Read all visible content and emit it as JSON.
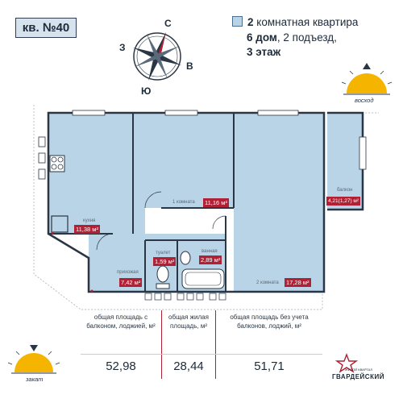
{
  "badge": "кв. №40",
  "info": {
    "rooms_num": "2",
    "rooms_text": " комнатная квартира",
    "house_num": "6 дом",
    "house_rest": ", 2 подъезд,",
    "floor": "3 этаж"
  },
  "compass": {
    "n": "С",
    "s": "Ю",
    "e": "В",
    "w": "З"
  },
  "sun": {
    "east": "восход",
    "west": "закат"
  },
  "rooms": {
    "room1_label": "1 комната",
    "room1_area": "11,16 м²",
    "kitchen_label": "кухня",
    "kitchen_area": "11,38 м²",
    "hall_label": "прихожая",
    "hall_area": "7,42 м²",
    "toilet_label": "туалет",
    "toilet_area": "1,59 м²",
    "bath_label": "ванная",
    "bath_area": "2,89 м²",
    "room2_label": "2 комната",
    "room2_area": "17,28 м²",
    "balcony_label": "балкон",
    "balcony_area": "4,21(1,27) м²"
  },
  "stats": [
    {
      "header": "общая площадь с балконом, лоджией, м²",
      "value": "52,98"
    },
    {
      "header": "общая жилая площадь, м²",
      "value": "28,44"
    },
    {
      "header": "общая площадь без учета балконов, лоджий, м²",
      "value": "51,71"
    }
  ],
  "logo": {
    "name": "ГВАРДЕЙСКИЙ",
    "sub": "ЖИЛОЙ КВАРТАЛ"
  },
  "colors": {
    "room_fill": "#b9d4e6",
    "accent": "#b22035",
    "sun": "#f5b400"
  }
}
